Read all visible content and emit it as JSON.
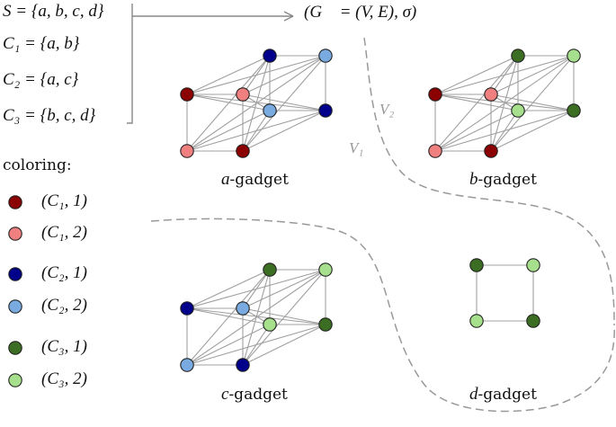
{
  "sets": {
    "S": "S = {a, b, c, d}",
    "C1": "C₁ = {a, b}",
    "C2": "C₂ = {a, c}",
    "C3": "C₃ = {b, c, d}"
  },
  "graph_title": "(G⃗ = (V, E), σ)",
  "regions": {
    "v1": "V₁",
    "v2": "V₂"
  },
  "coloring_title": "coloring:",
  "legend": [
    {
      "label": "(C₁, 1)",
      "color": "#8b0000"
    },
    {
      "label": "(C₁, 2)",
      "color": "#f08080"
    },
    {
      "label": "(C₂, 1)",
      "color": "#00008b"
    },
    {
      "label": "(C₂, 2)",
      "color": "#7aabe0"
    },
    {
      "label": "(C₃, 1)",
      "color": "#3b6e22"
    },
    {
      "label": "(C₃, 2)",
      "color": "#a6e08c"
    }
  ],
  "gadgets": [
    {
      "letter": "a",
      "suffix": "-gadget",
      "type": "full",
      "left_colors": [
        "#8b0000",
        "#f08080",
        "#f08080",
        "#8b0000"
      ],
      "right_colors": [
        "#00008b",
        "#7aabe0",
        "#7aabe0",
        "#00008b"
      ]
    },
    {
      "letter": "b",
      "suffix": "-gadget",
      "type": "full",
      "left_colors": [
        "#8b0000",
        "#f08080",
        "#f08080",
        "#8b0000"
      ],
      "right_colors": [
        "#3b6e22",
        "#a6e08c",
        "#a6e08c",
        "#3b6e22"
      ]
    },
    {
      "letter": "c",
      "suffix": "-gadget",
      "type": "full",
      "left_colors": [
        "#00008b",
        "#7aabe0",
        "#7aabe0",
        "#00008b"
      ],
      "right_colors": [
        "#3b6e22",
        "#a6e08c",
        "#a6e08c",
        "#3b6e22"
      ]
    },
    {
      "letter": "d",
      "suffix": "-gadget",
      "type": "square",
      "colors": [
        "#3b6e22",
        "#a6e08c",
        "#a6e08c",
        "#3b6e22"
      ]
    }
  ]
}
